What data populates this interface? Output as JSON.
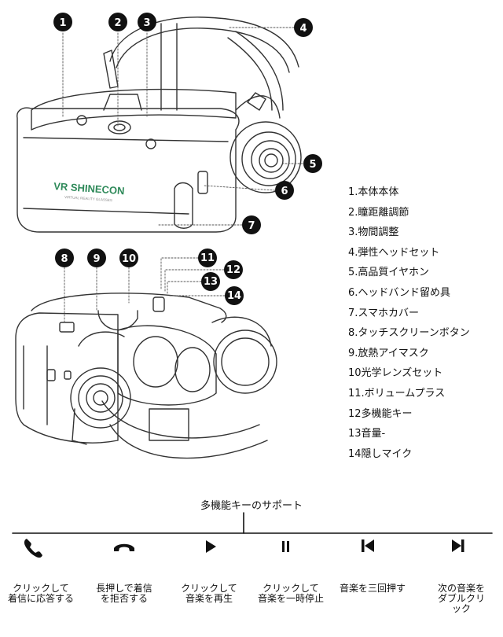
{
  "headset_brand": "VR SHINECON",
  "headset_brand_sub": "VIRTUAL REALITY GLASSES",
  "callout_numbers": [
    "1",
    "2",
    "3",
    "4",
    "5",
    "6",
    "7",
    "8",
    "9",
    "10",
    "11",
    "12",
    "13",
    "14"
  ],
  "parts": [
    "1.本体本体",
    "2.瞳距離調節",
    "3.物間調整",
    "4.弾性ヘッドセット",
    "5.高品質イヤホン",
    "6.ヘッドバンド留め具",
    "7.スマホカバー",
    "8.タッチスクリーンボタン",
    "9.放熱アイマスク",
    "10光学レンズセット",
    "11.ボリュームプラス",
    "12多機能キー",
    "13音量-",
    "14隠しマイク"
  ],
  "support_title": "多機能キーのサポート",
  "functions": [
    {
      "icon": "phone-answer-icon",
      "lines": [
        "クリックして",
        "着信に応答する"
      ]
    },
    {
      "icon": "phone-hangup-icon",
      "lines": [
        "長押しで着信",
        "を拒否する"
      ]
    },
    {
      "icon": "play-icon",
      "lines": [
        "クリックして",
        "音楽を再生"
      ]
    },
    {
      "icon": "pause-icon",
      "lines": [
        "クリックして",
        "音楽を一時停止"
      ]
    },
    {
      "icon": "skip-back-icon",
      "lines": [
        "音楽を三回押す"
      ]
    },
    {
      "icon": "skip-forward-icon",
      "lines": [
        "次の音楽を",
        "ダブルクリ",
        "ック"
      ]
    }
  ]
}
